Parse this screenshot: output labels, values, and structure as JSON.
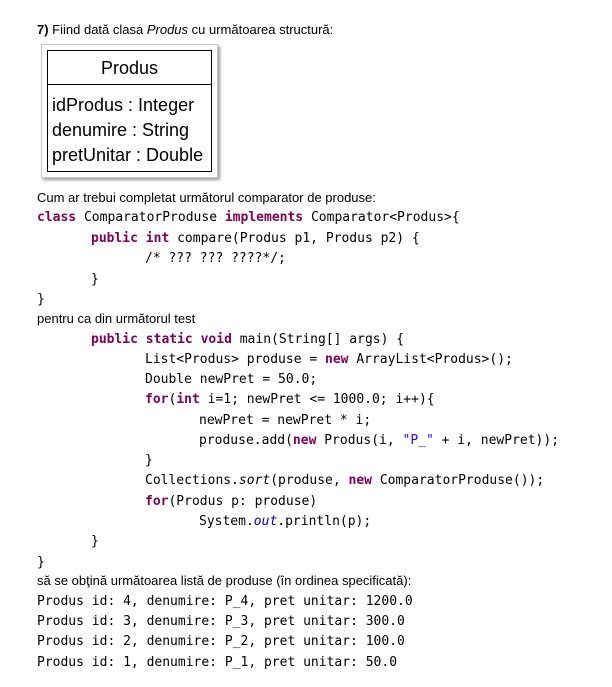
{
  "question": {
    "number": "7)",
    "intro_before": " Fiind dată clasa ",
    "class_name": "Produs",
    "intro_after": " cu următoarea structură:"
  },
  "uml": {
    "title": "Produs",
    "attributes": [
      "idProdus : Integer",
      "denumire : String",
      "pretUnitar : Double"
    ]
  },
  "prompt_comparator": "Cum ar trebui completat următorul comparator de produse:",
  "prompt_test": "pentru ca din următorul test",
  "prompt_result": "să se obţină următoarea listă de produse (în ordinea specificată):",
  "code": {
    "class_kw": "class",
    "class_name": " ComparatorProduse ",
    "implements_kw": "implements",
    "class_rest": " Comparator<Produs>{",
    "public_kw": "public",
    "int_kw": "int",
    "compare_sig": " compare(Produs p1, Produs p2) {",
    "comment": "/* ??? ??? ????*/;",
    "close_brace": "}",
    "static_kw": "static",
    "void_kw": "void",
    "main_sig": " main(String[] args) {",
    "list_decl_a": "List<Produs> produse = ",
    "new_kw": "new",
    "list_decl_b": " ArrayList<Produs>();",
    "double_decl": "Double newPret = 50.0;",
    "for_kw": "for",
    "for_open": "(",
    "for_rest": " i=1; newPret <= 1000.0; i++){",
    "assign": "newPret = newPret * i;",
    "add_a": "produse.add(",
    "add_b": " Produs(i, ",
    "add_str": "\"P_\"",
    "add_c": " + i, newPret));",
    "sort_a": "Collections.",
    "sort_m": "sort",
    "sort_b": "(produse, ",
    "sort_c": " ComparatorProduse());",
    "for2_rest": "(Produs p: produse)",
    "print_a": "System.",
    "print_out": "out",
    "print_b": ".println(p);"
  },
  "output_lines": [
    "Produs id: 4, denumire: P_4, pret unitar: 1200.0",
    "Produs id: 3, denumire: P_3, pret unitar: 300.0",
    "Produs id: 2, denumire: P_2, pret unitar: 100.0",
    "Produs id: 1, denumire: P_1, pret unitar: 50.0"
  ],
  "colors": {
    "keyword": "#7f0055",
    "string": "#2a00ff",
    "field": "#0000c0"
  }
}
